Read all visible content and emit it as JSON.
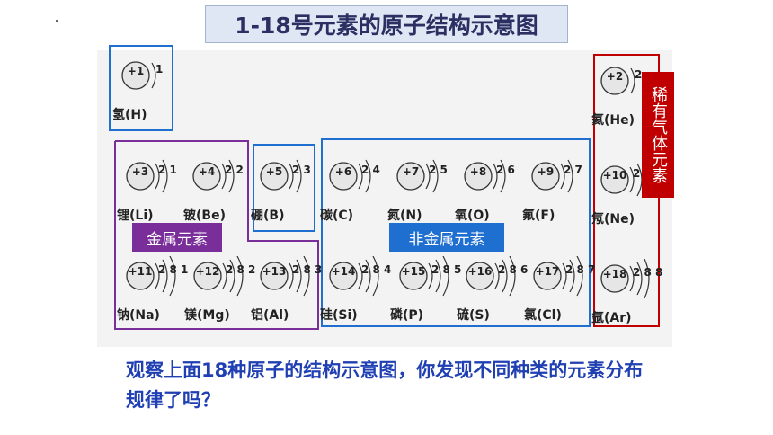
{
  "title": "1-18号元素的原子结构示意图",
  "labels": {
    "metal": "金属元素",
    "nonmetal": "非金属元素",
    "noble": "稀有气体元素"
  },
  "question": "观察上面18种原子的结构示意图，你发现不同种类的元素分布规律了吗？",
  "elements": {
    "H": {
      "nucleus": "+1",
      "shells": "1",
      "name": "氢(H)"
    },
    "He": {
      "nucleus": "+2",
      "shells": "2",
      "name": "氦(He)"
    },
    "Li": {
      "nucleus": "+3",
      "shells": "2 1",
      "name": "锂(Li)"
    },
    "Be": {
      "nucleus": "+4",
      "shells": "2 2",
      "name": "铍(Be)"
    },
    "B": {
      "nucleus": "+5",
      "shells": "2 3",
      "name": "硼(B)"
    },
    "C": {
      "nucleus": "+6",
      "shells": "2 4",
      "name": "碳(C)"
    },
    "N": {
      "nucleus": "+7",
      "shells": "2 5",
      "name": "氮(N)"
    },
    "O": {
      "nucleus": "+8",
      "shells": "2 6",
      "name": "氧(O)"
    },
    "F": {
      "nucleus": "+9",
      "shells": "2 7",
      "name": "氟(F)"
    },
    "Ne": {
      "nucleus": "+10",
      "shells": "2 8",
      "name": "氖(Ne)"
    },
    "Na": {
      "nucleus": "+11",
      "shells": "2 8 1",
      "name": "钠(Na)"
    },
    "Mg": {
      "nucleus": "+12",
      "shells": "2 8 2",
      "name": "镁(Mg)"
    },
    "Al": {
      "nucleus": "+13",
      "shells": "2 8 3",
      "name": "铝(Al)"
    },
    "Si": {
      "nucleus": "+14",
      "shells": "2 8 4",
      "name": "硅(Si)"
    },
    "P": {
      "nucleus": "+15",
      "shells": "2 8 5",
      "name": "磷(P)"
    },
    "S": {
      "nucleus": "+16",
      "shells": "2 8 6",
      "name": "硫(S)"
    },
    "Cl": {
      "nucleus": "+17",
      "shells": "2 8 7",
      "name": "氯(Cl)"
    },
    "Ar": {
      "nucleus": "+18",
      "shells": "2 8 8",
      "name": "氩(Ar)"
    }
  },
  "colors": {
    "title_bg": "#dfe7f4",
    "title_text": "#2b2f62",
    "metal_border": "#7a2e9a",
    "metal_tag": "#7a2e9a",
    "nonmetal_border": "#1f6fd1",
    "nonmetal_tag": "#1f6fd1",
    "noble_border": "#c00000",
    "noble_tag": "#c00000",
    "hydrogen_border": "#1f6fd1",
    "question_text": "#1f3fb3"
  }
}
